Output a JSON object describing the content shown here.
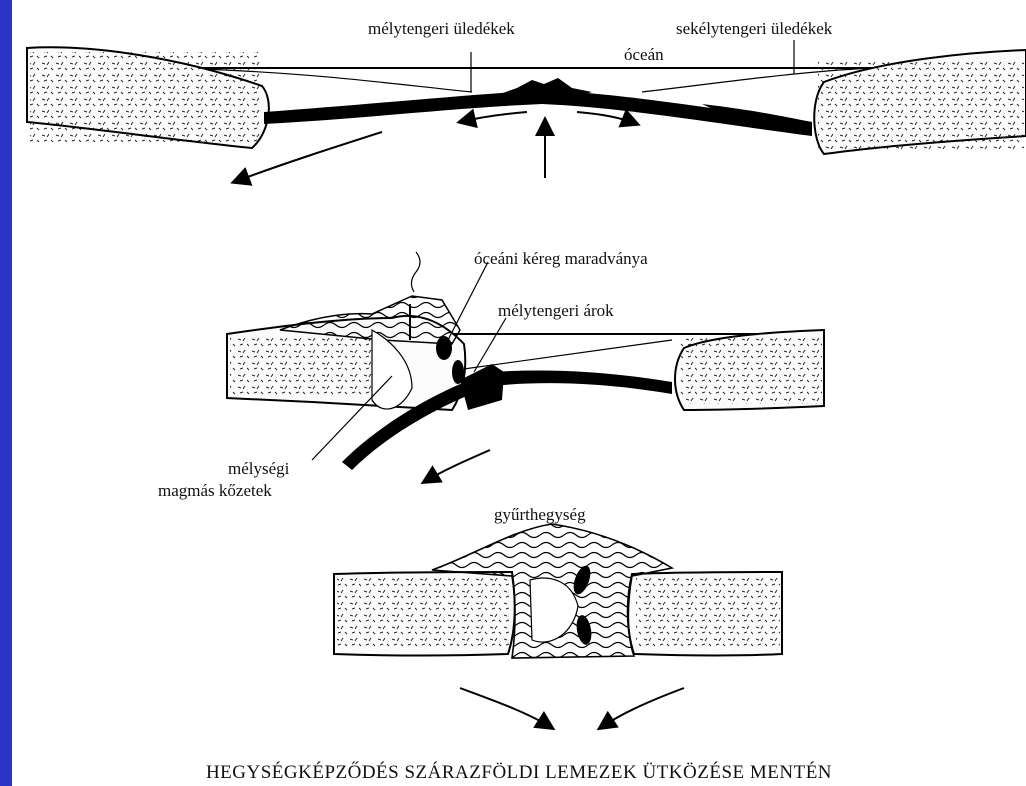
{
  "labels": {
    "deep_sea_sediments": "mélytengeri üledékek",
    "shallow_sea_sediments": "sekélytengeri üledékek",
    "ocean": "óceán",
    "oceanic_crust_remnant": "óceáni kéreg maradványa",
    "deep_sea_trench": "mélytengeri árok",
    "plutonic_line1": "mélységi",
    "plutonic_line2": "magmás kőzetek",
    "fold_mountain": "gyűrthegység"
  },
  "title": "HEGYSÉGKÉPZŐDÉS SZÁRAZFÖLDI LEMEZEK ÜTKÖZÉSE MENTÉN",
  "colors": {
    "background": "#2f3ccf",
    "panel": "#ffffff",
    "ink": "#000000"
  }
}
